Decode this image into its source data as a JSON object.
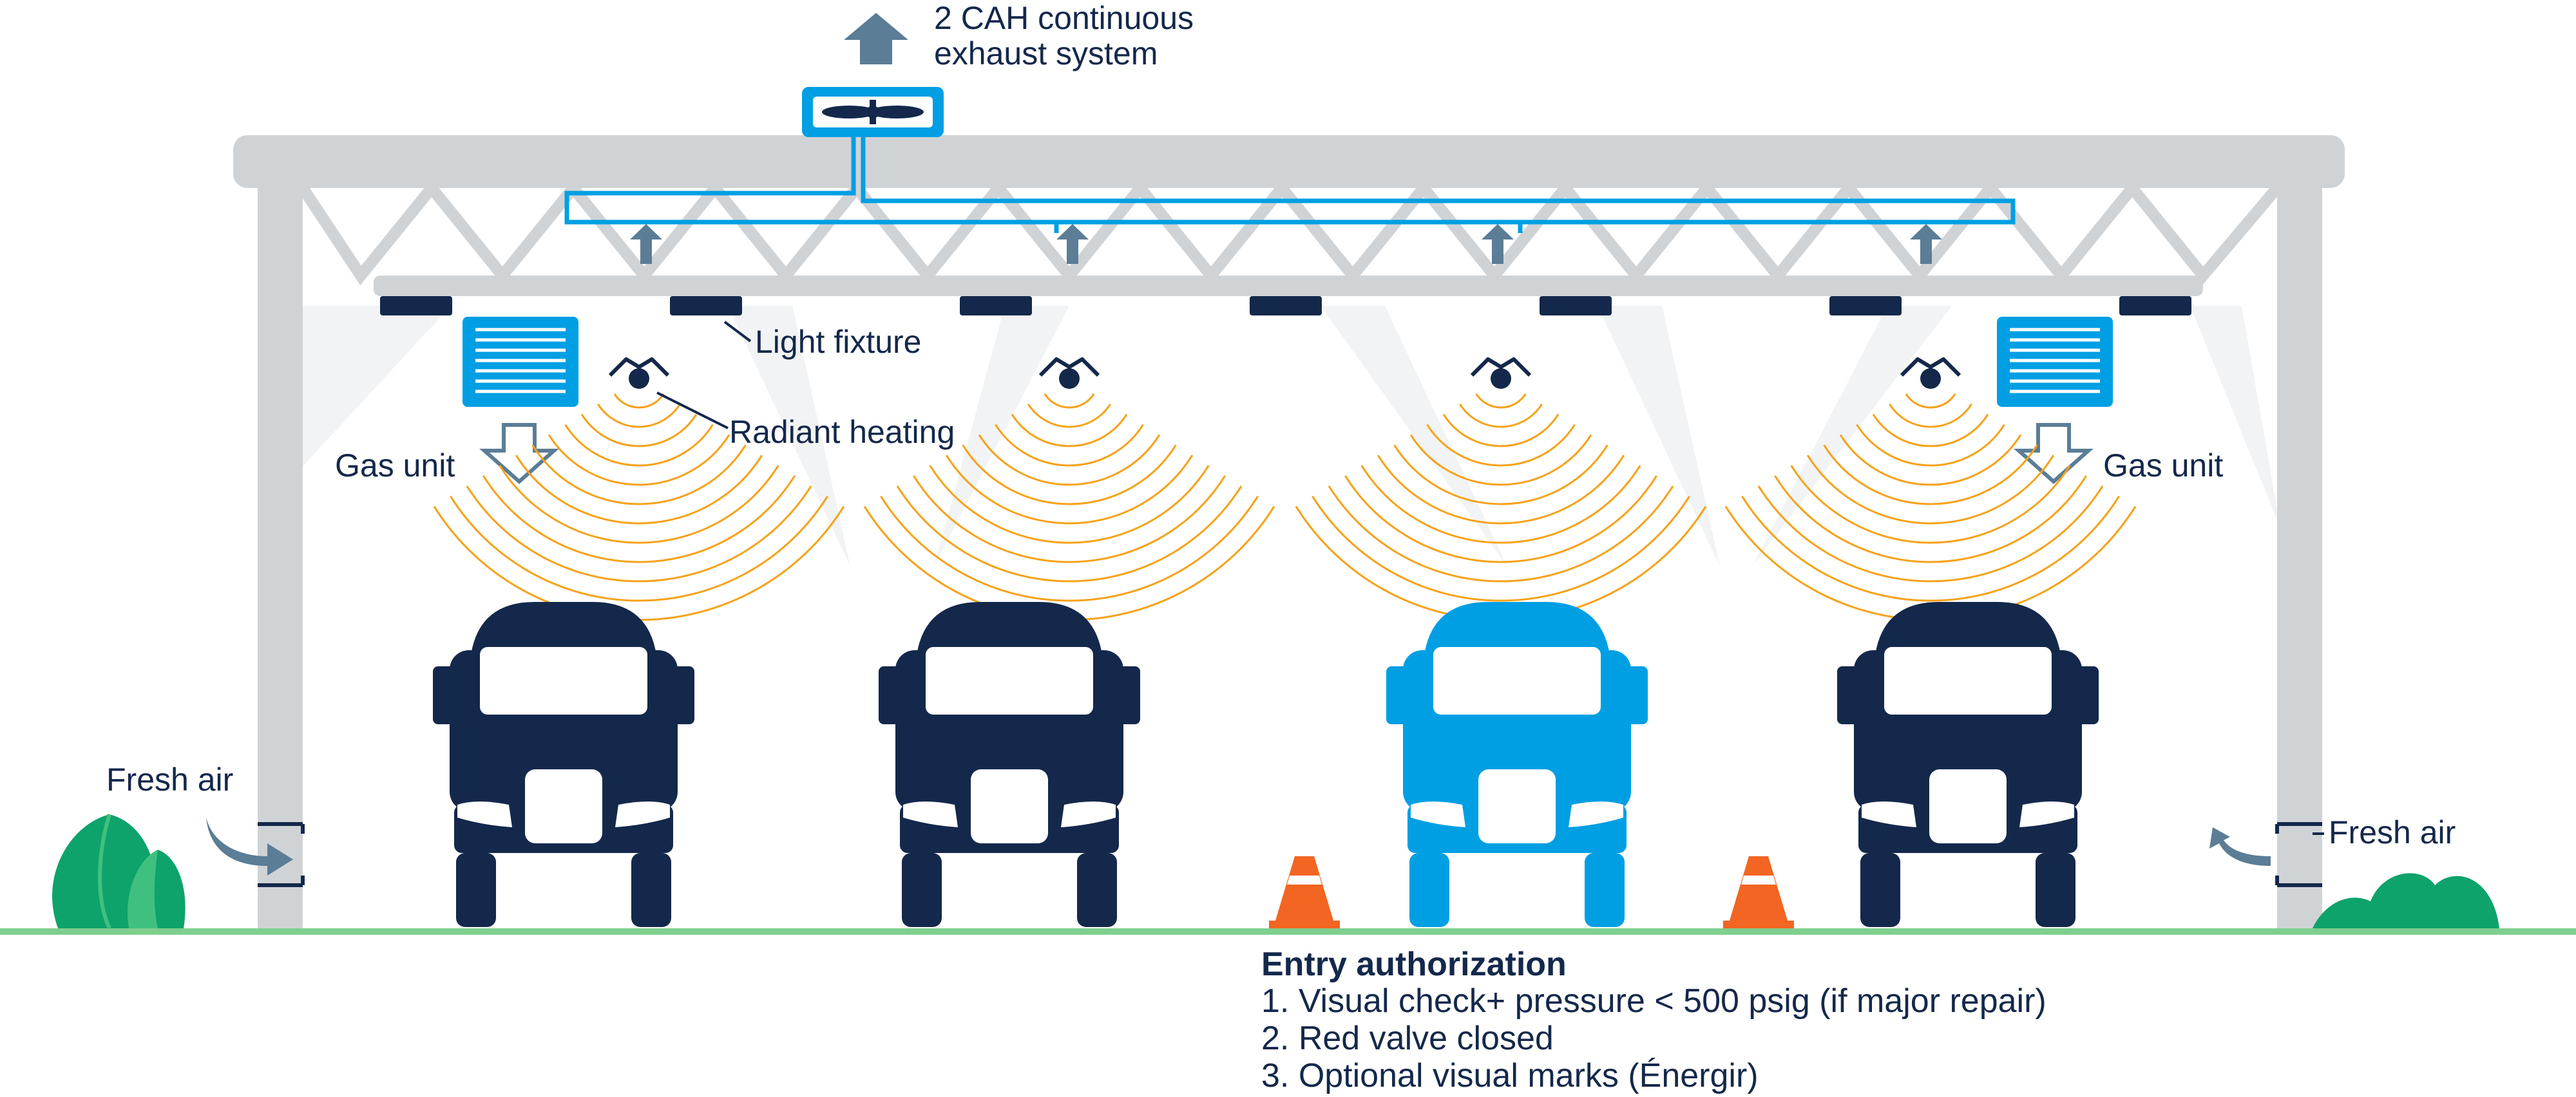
{
  "labels": {
    "exhaust_line1": "2 CAH continuous",
    "exhaust_line2": "exhaust system",
    "light_fixture": "Light fixture",
    "radiant_heating": "Radiant heating",
    "gas_unit_left": "Gas unit",
    "gas_unit_right": "Gas unit",
    "fresh_air_left": "Fresh air",
    "fresh_air_right": "Fresh air"
  },
  "entry_authorization": {
    "title": "Entry authorization",
    "items": [
      "1. Visual check+ pressure < 500 psig (if major repair)",
      "2. Red valve closed",
      "3. Optional visual marks (Énergir)"
    ]
  },
  "trucks": [
    {
      "highlighted": false
    },
    {
      "highlighted": false
    },
    {
      "highlighted": true
    },
    {
      "highlighted": false
    }
  ],
  "icons": {
    "exhaust_fan": "fan-icon",
    "gas_unit": "gas-heater-icon",
    "radiant_heater": "radiant-heater-icon",
    "traffic_cone": "traffic-cone-icon",
    "shrub": "shrub-icon",
    "tree": "tree-icon"
  },
  "colors": {
    "navy": "#14284b",
    "blue": "#009fe3",
    "steel": "#5b7d96",
    "gray": "#d0d3d6",
    "cone_light": "#f2f3f4",
    "heat": "#f6a21a",
    "cone": "#f26522",
    "ground": "#7fcf8f",
    "plant_dark": "#0ea36a",
    "plant_light": "#40c080"
  }
}
